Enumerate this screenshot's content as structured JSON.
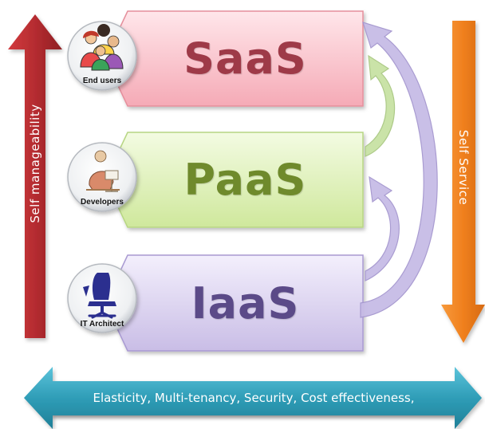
{
  "layers": [
    {
      "name": "SaaS",
      "role": "End users",
      "text_color": "#9e3a48",
      "fill_top": "#ffe6ea",
      "fill_bottom": "#f5aab6",
      "icon": "end-users-icon"
    },
    {
      "name": "PaaS",
      "role": "Developers",
      "text_color": "#6f8a2c",
      "fill_top": "#f3fbe2",
      "fill_bottom": "#cfe89c",
      "icon": "developer-icon"
    },
    {
      "name": "IaaS",
      "role": "IT Architect",
      "text_color": "#5b4a88",
      "fill_top": "#f3effc",
      "fill_bottom": "#c9bde6",
      "icon": "architect-chair-icon"
    }
  ],
  "left_arrow": {
    "label": "Self manageability",
    "color": "#b52c30",
    "direction": "up"
  },
  "right_arrow": {
    "label": "Self Service",
    "color": "#f0801e",
    "direction": "down"
  },
  "bottom_arrow": {
    "label": "Elasticity, Multi-tenancy, Security, Cost effectiveness,",
    "color": "#2f9db7",
    "direction": "both"
  },
  "curved_arrows": [
    {
      "from": "PaaS",
      "to": "SaaS",
      "color": "#c8e2a4"
    },
    {
      "from": "IaaS",
      "to": "PaaS",
      "color": "#c7bce6"
    },
    {
      "from": "IaaS",
      "to": "SaaS",
      "color": "#c7bce6"
    }
  ]
}
